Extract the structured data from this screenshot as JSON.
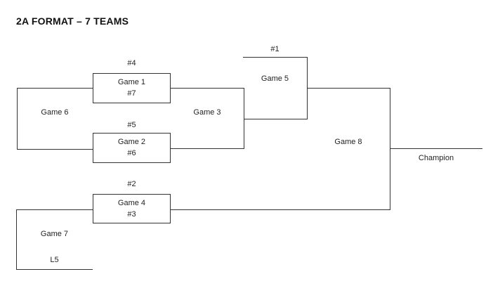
{
  "title": "2A FORMAT – 7 TEAMS",
  "champion_label": "Champion",
  "games": {
    "g1": {
      "name": "Game 1",
      "seed_top": "#4",
      "seed_bottom": "#7"
    },
    "g2": {
      "name": "Game 2",
      "seed_top": "#5",
      "seed_bottom": "#6"
    },
    "g3": {
      "name": "Game 3"
    },
    "g4": {
      "name": "Game 4",
      "seed_top": "#2",
      "seed_bottom": "#3"
    },
    "g5": {
      "name": "Game 5",
      "seed_top": "#1"
    },
    "g6": {
      "name": "Game 6"
    },
    "g7": {
      "name": "Game 7",
      "seed_bottom": "L5"
    },
    "g8": {
      "name": "Game 8"
    }
  }
}
